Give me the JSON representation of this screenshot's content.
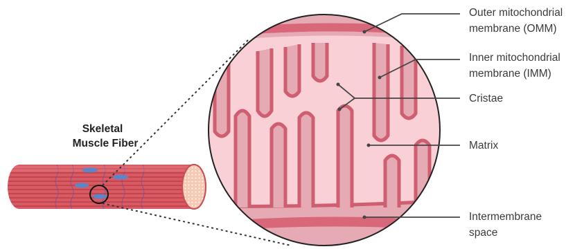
{
  "fiber": {
    "title_line1": "Skeletal",
    "title_line2": "Muscle Fiber"
  },
  "labels": {
    "omm_line1": "Outer mitochondrial",
    "omm_line2": "membrane (OMM)",
    "imm_line1": "Inner mitochondrial",
    "imm_line2": "membrane (IMM)",
    "cristae": "Cristae",
    "matrix": "Matrix",
    "intermembrane_line1": "Intermembrane",
    "intermembrane_line2": "space"
  },
  "colors": {
    "outer_membrane": "#d9677a",
    "intermembrane": "#e3a6b0",
    "matrix": "#f8d0d6",
    "cristae_stroke": "#cf5e71",
    "fiber_body": "#d95a62",
    "fiber_stripe": "#b93c45",
    "fiber_end": "#f5c9b3",
    "nucleus": "#5b86c9",
    "leader_line": "#444444"
  }
}
